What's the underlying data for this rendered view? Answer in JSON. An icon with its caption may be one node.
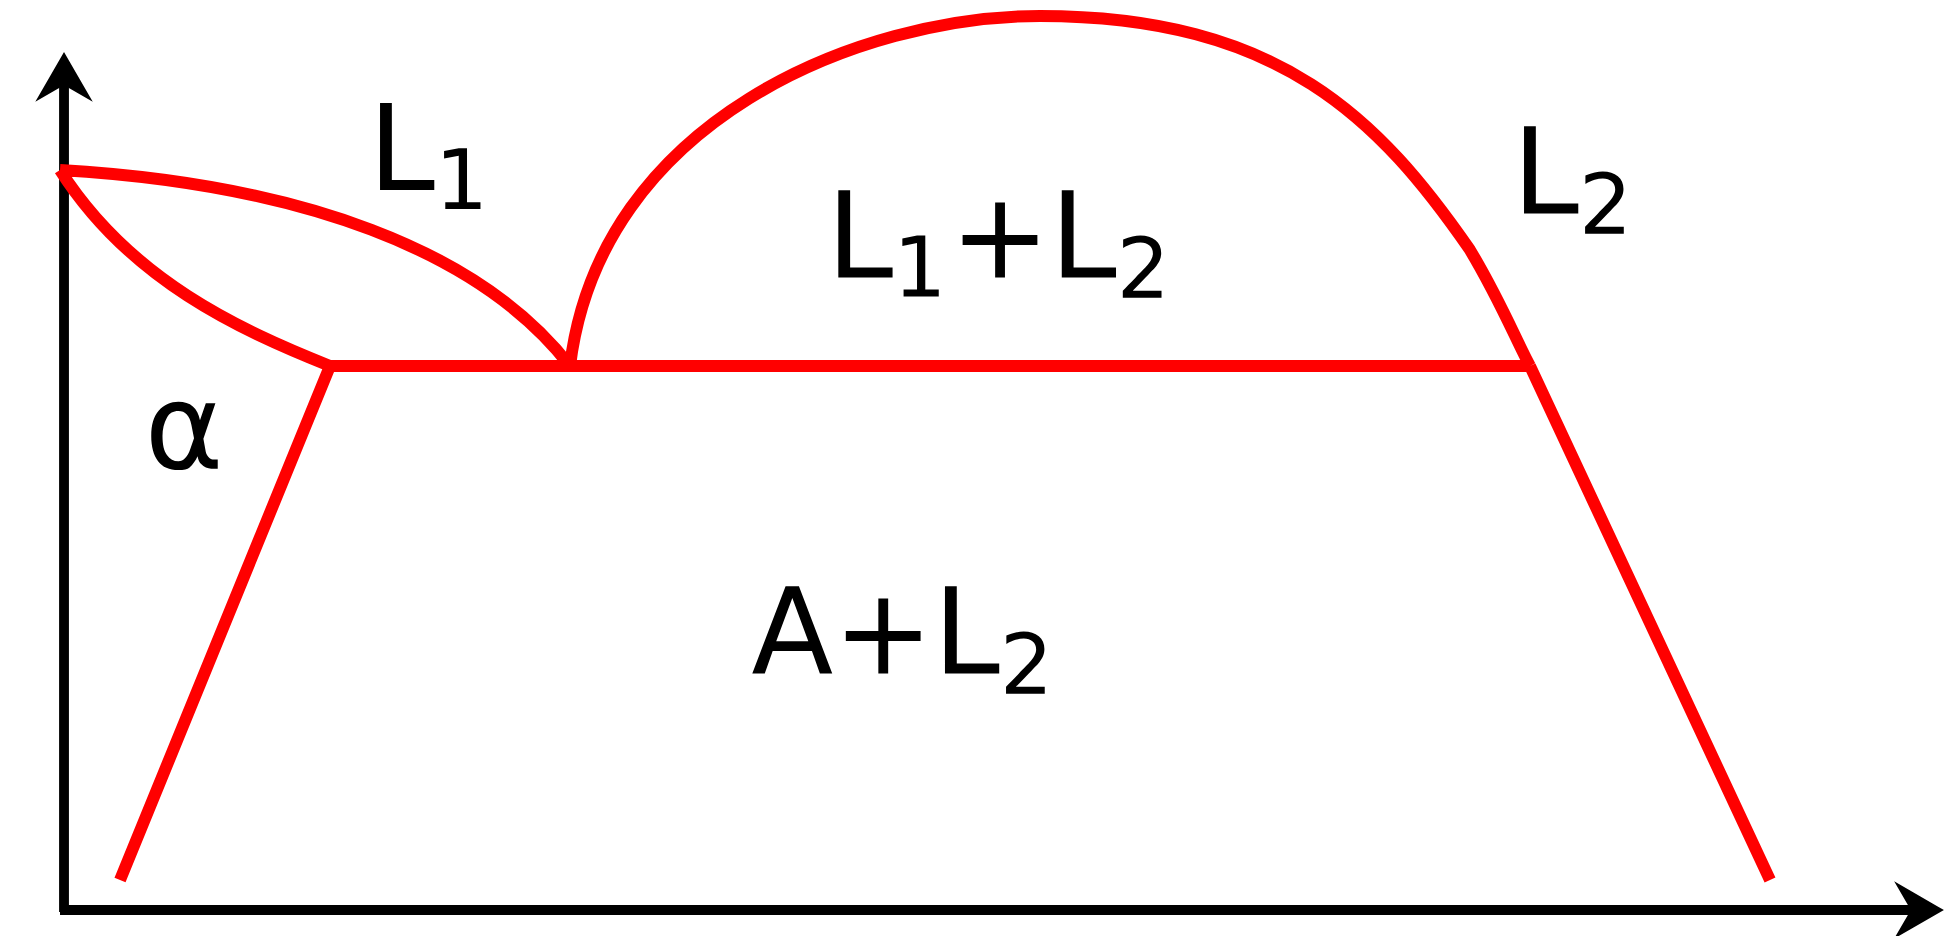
{
  "diagram": {
    "labels": [
      "L$_{1}$",
      "L$_{1}$+L$_{2}$",
      "L$_{2}$",
      "α",
      "A+L$_{2}$"
    ]
  }
}
